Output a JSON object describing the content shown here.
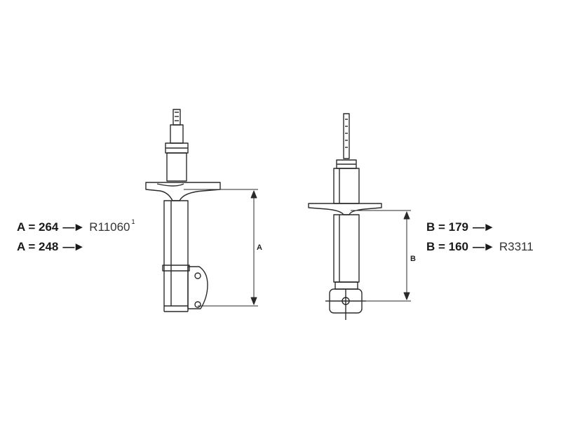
{
  "left_specs": [
    {
      "label": "A = 264",
      "ref": "R11060",
      "ref_note": "1"
    },
    {
      "label": "A = 248",
      "ref": "",
      "ref_note": ""
    }
  ],
  "right_specs": [
    {
      "label": "B = 179",
      "ref": ""
    },
    {
      "label": "B = 160",
      "ref": "R3311"
    }
  ],
  "dimensions": {
    "left": "A",
    "right": "B"
  },
  "arrow_glyph": "—►",
  "colors": {
    "line": "#2a2a2a",
    "text": "#1a1a1a"
  }
}
